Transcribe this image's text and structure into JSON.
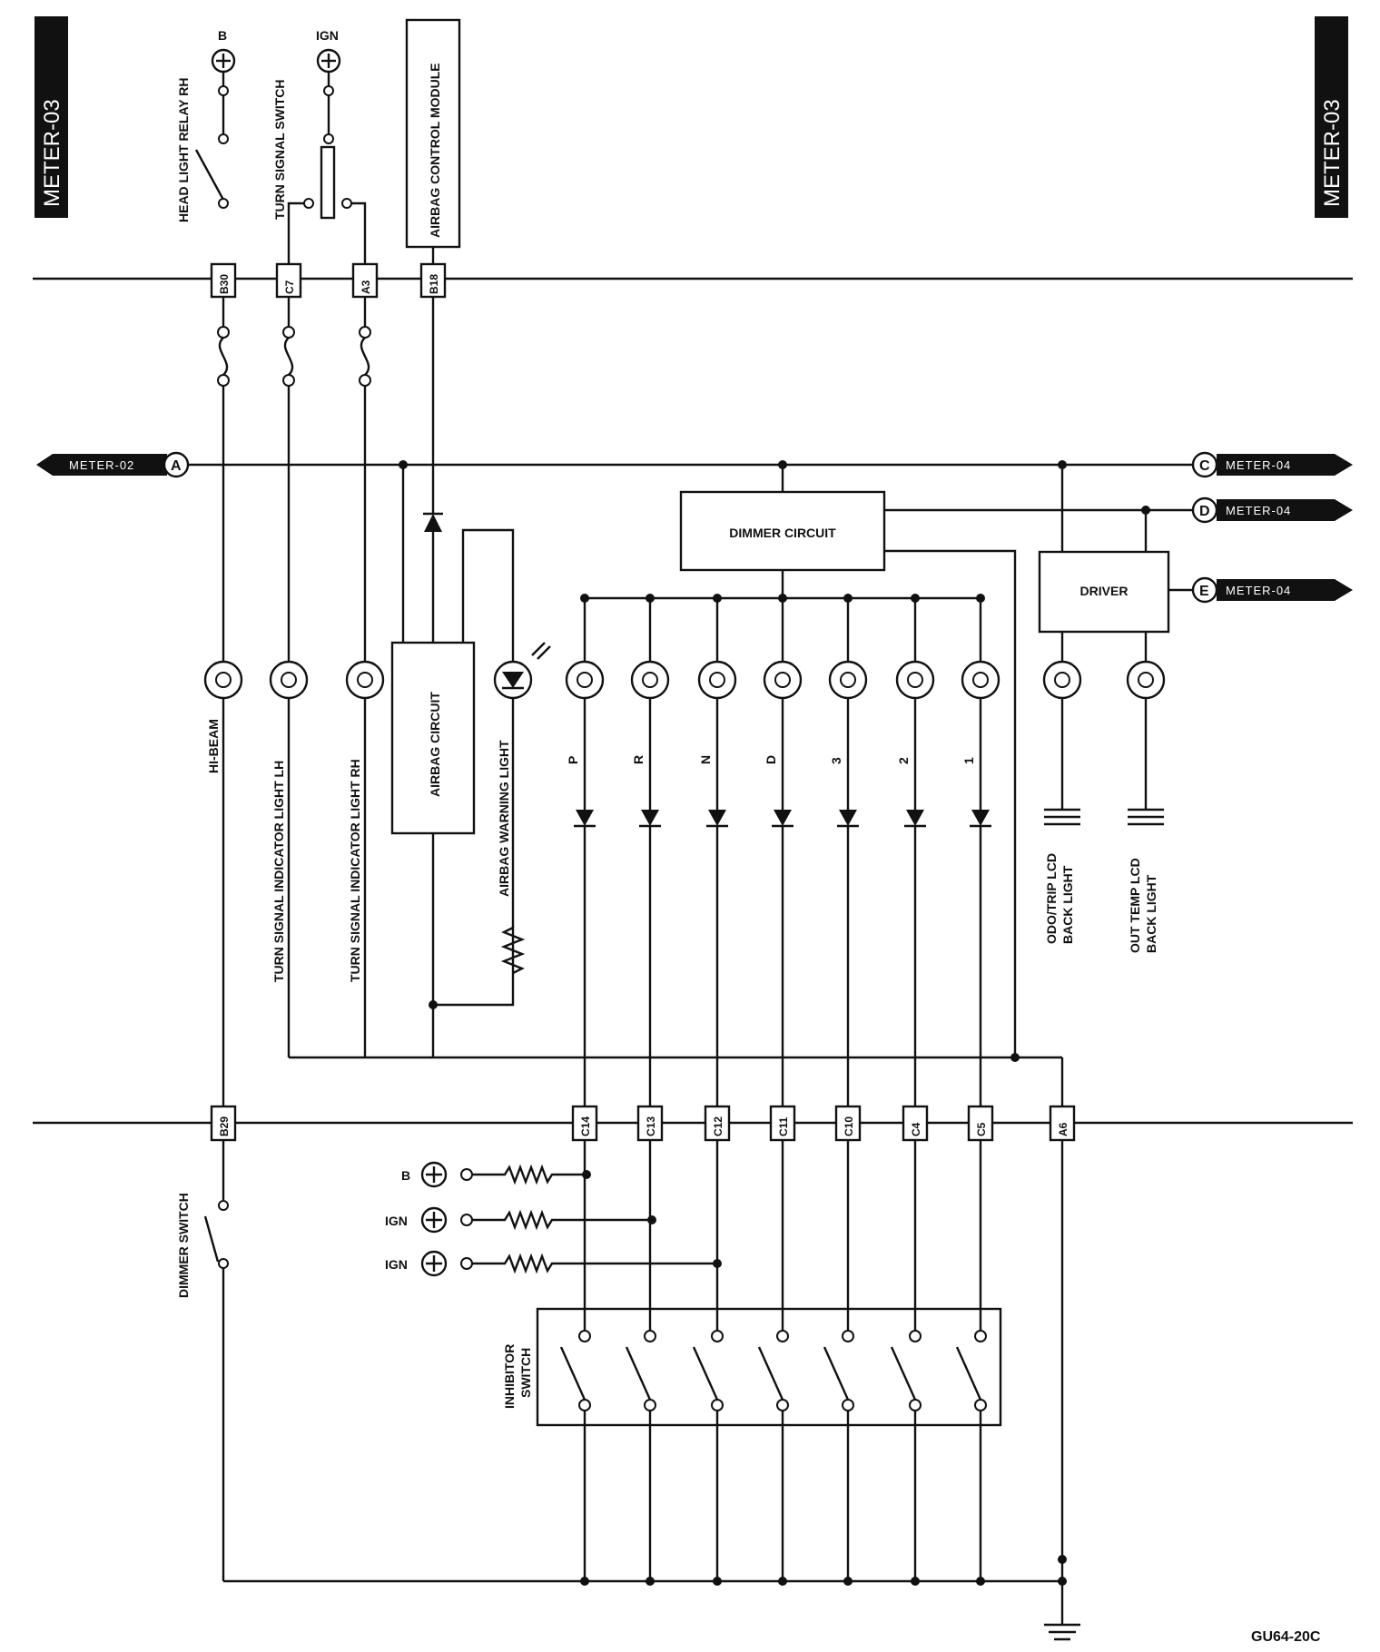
{
  "page": {
    "tag_left": "METER-03",
    "tag_right": "METER-03",
    "figure_code": "GU64-20C"
  },
  "sources": {
    "b_top": "B",
    "ign_top": "IGN",
    "b_low": "B",
    "ign_low_1": "IGN",
    "ign_low_2": "IGN"
  },
  "components": {
    "head_light_relay": "HEAD LIGHT RELAY RH",
    "turn_signal_switch": "TURN SIGNAL SWITCH",
    "airbag_control_module": "AIRBAG CONTROL MODULE",
    "dimmer_circuit": "DIMMER CIRCUIT",
    "driver": "DRIVER",
    "airbag_circuit": "AIRBAG CIRCUIT",
    "dimmer_switch": "DIMMER SWITCH",
    "inhibitor_switch_1": "INHIBITOR",
    "inhibitor_switch_2": "SWITCH"
  },
  "lamps": {
    "hi_beam": "HI-BEAM",
    "turn_lh": "TURN SIGNAL INDICATOR LIGHT LH",
    "turn_rh": "TURN SIGNAL INDICATOR LIGHT RH",
    "airbag_warning": "AIRBAG WARNING LIGHT",
    "odo_1": "ODO/TRIP LCD",
    "odo_2": "BACK LIGHT",
    "out_1": "OUT TEMP LCD",
    "out_2": "BACK LIGHT"
  },
  "gear_positions": [
    "P",
    "R",
    "N",
    "D",
    "3",
    "2",
    "1"
  ],
  "connectors_top": [
    "B30",
    "C7",
    "A3",
    "B18"
  ],
  "connectors_bottom": [
    "B29",
    "C14",
    "C13",
    "C12",
    "C11",
    "C10",
    "C4",
    "C5",
    "A6"
  ],
  "references": {
    "a": {
      "letter": "A",
      "label": "METER-02"
    },
    "c": {
      "letter": "C",
      "label": "METER-04"
    },
    "d": {
      "letter": "D",
      "label": "METER-04"
    },
    "e": {
      "letter": "E",
      "label": "METER-04"
    }
  }
}
